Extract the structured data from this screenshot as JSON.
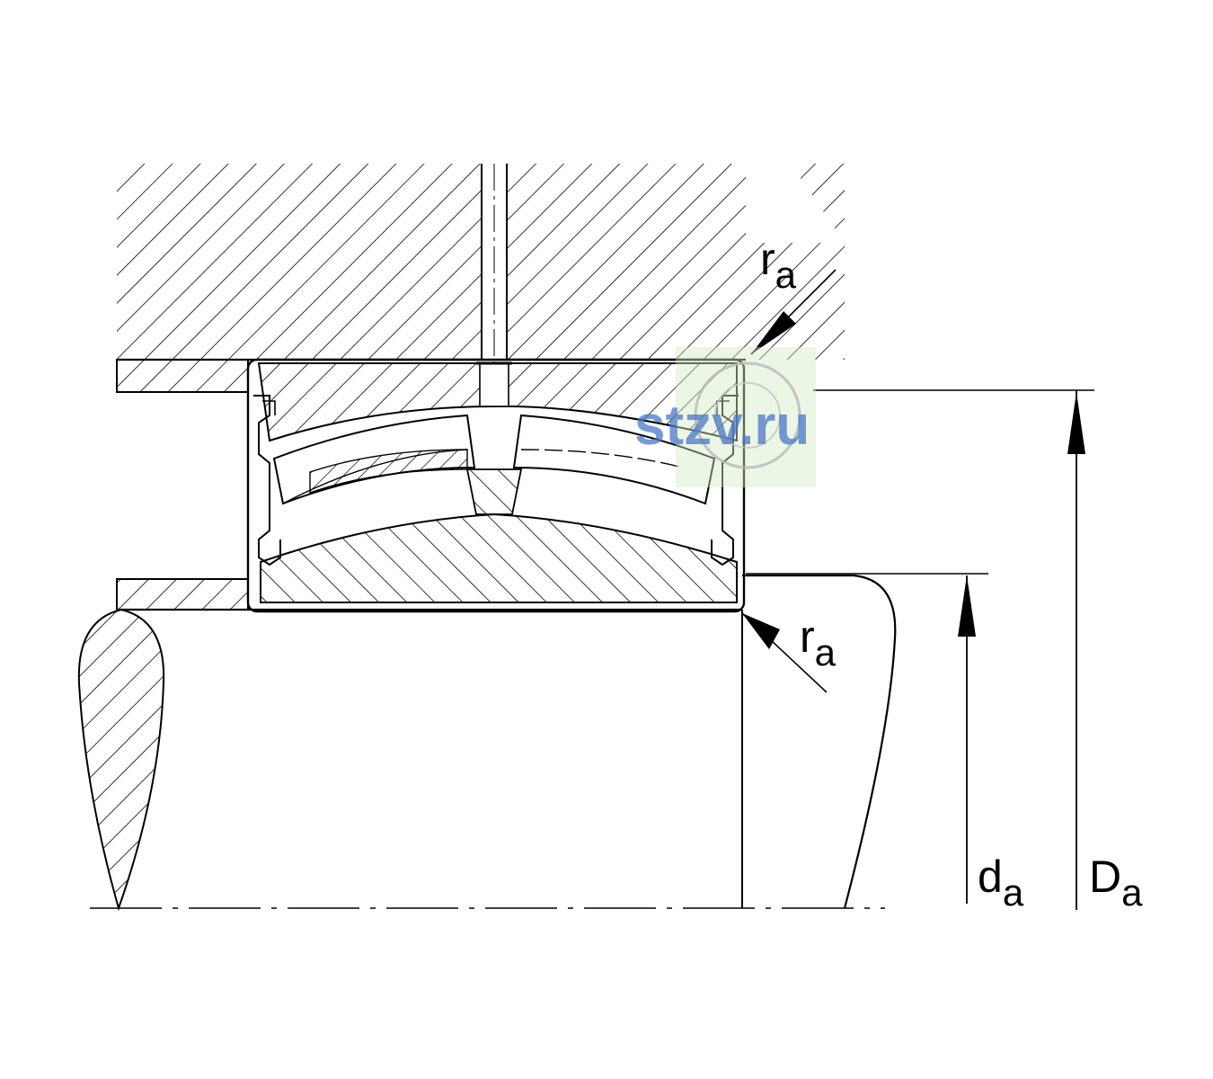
{
  "labels": {
    "r_top": {
      "main": "r",
      "sub": "a"
    },
    "r_bottom": {
      "main": "r",
      "sub": "a"
    },
    "d_a": {
      "main": "d",
      "sub": "a"
    },
    "D_a": {
      "main": "D",
      "sub": "a"
    }
  },
  "watermark": {
    "text": "stzv.ru"
  },
  "colors": {
    "line": "#000000",
    "watermark_text": "#4a78c8",
    "watermark_bg": "#d4ecc4"
  }
}
